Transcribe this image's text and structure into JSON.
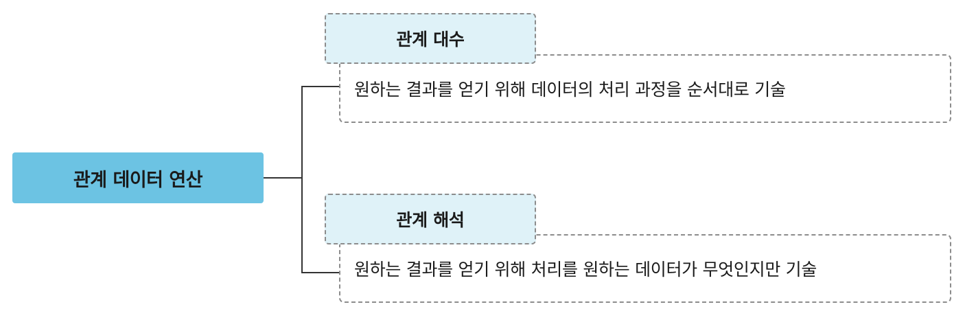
{
  "root": {
    "label": "관계 데이터 연산"
  },
  "branches": [
    {
      "title": "관계 대수",
      "description": "원하는 결과를 얻기 위해 데이터의 처리 과정을 순서대로 기술"
    },
    {
      "title": "관계 해석",
      "description": "원하는 결과를 얻기 위해 처리를 원하는 데이터가 무엇인지만 기술"
    }
  ]
}
